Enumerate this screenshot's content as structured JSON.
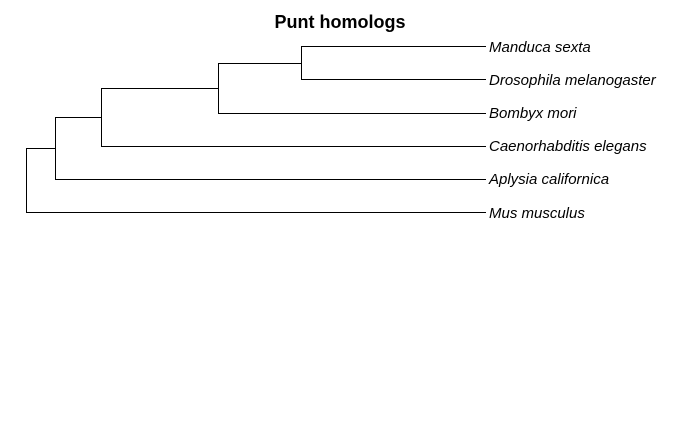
{
  "title": "Punt homologs",
  "line_color": "#000000",
  "tree": {
    "leaves": [
      "Manduca sexta",
      "Drosophila melanogaster",
      "Bombyx mori",
      "Caenorhabditis elegans",
      "Aplysia californica",
      "Mus musculus"
    ],
    "topology": "(((((Manduca sexta,Drosophila melanogaster),Bombyx mori),Caenorhabditis elegans),Aplysia californica),Mus musculus)"
  }
}
